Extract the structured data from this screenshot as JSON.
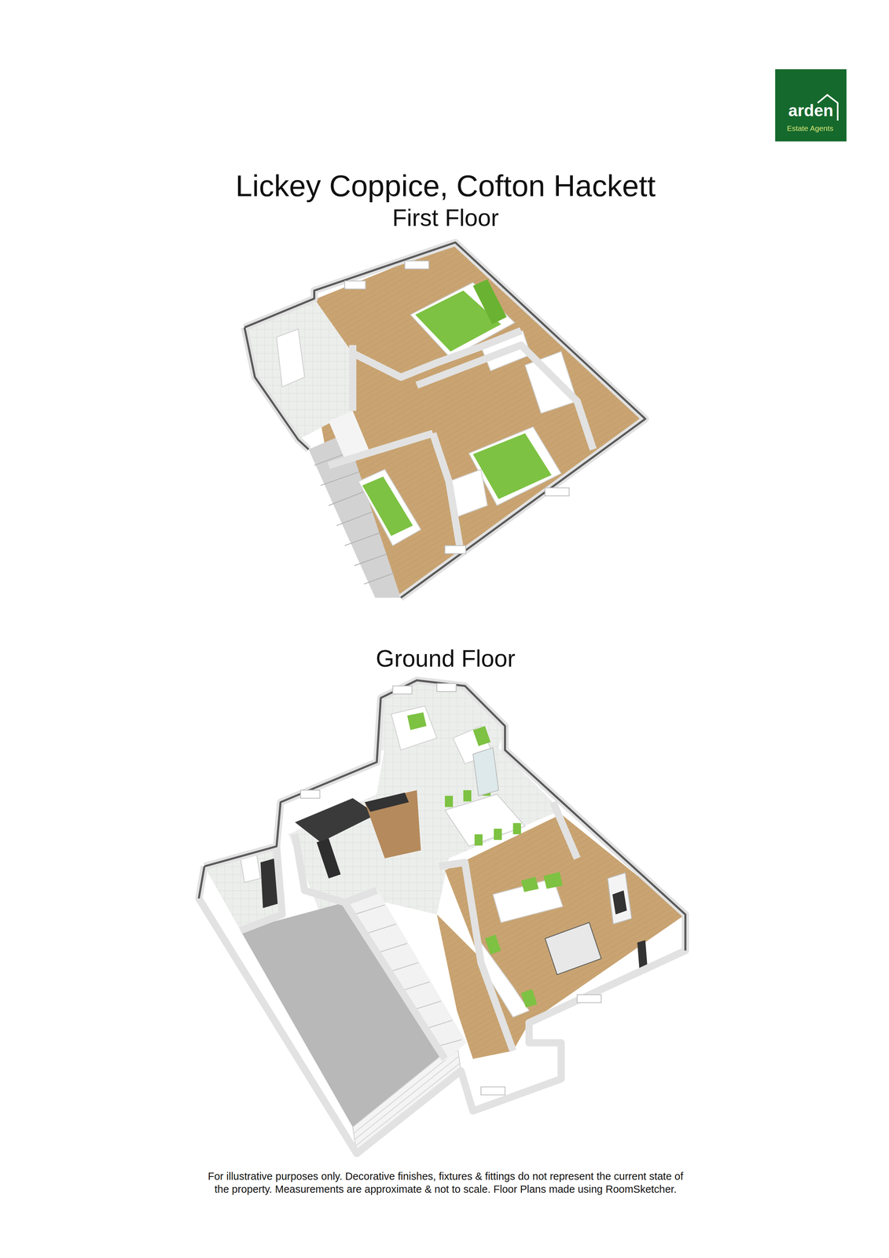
{
  "diagram": {
    "title": "Lickey Coppice, Cofton Hackett",
    "caption": "For illustrative purposes only. Decorative finishes, fixtures & fittings do not represent the current state of the property. Measurements are approximate & not to scale. Floor Plans made using RoomSketcher.",
    "labels": [
      "First Floor",
      "Ground Floor",
      "arden",
      "Estate Agents"
    ]
  }
}
